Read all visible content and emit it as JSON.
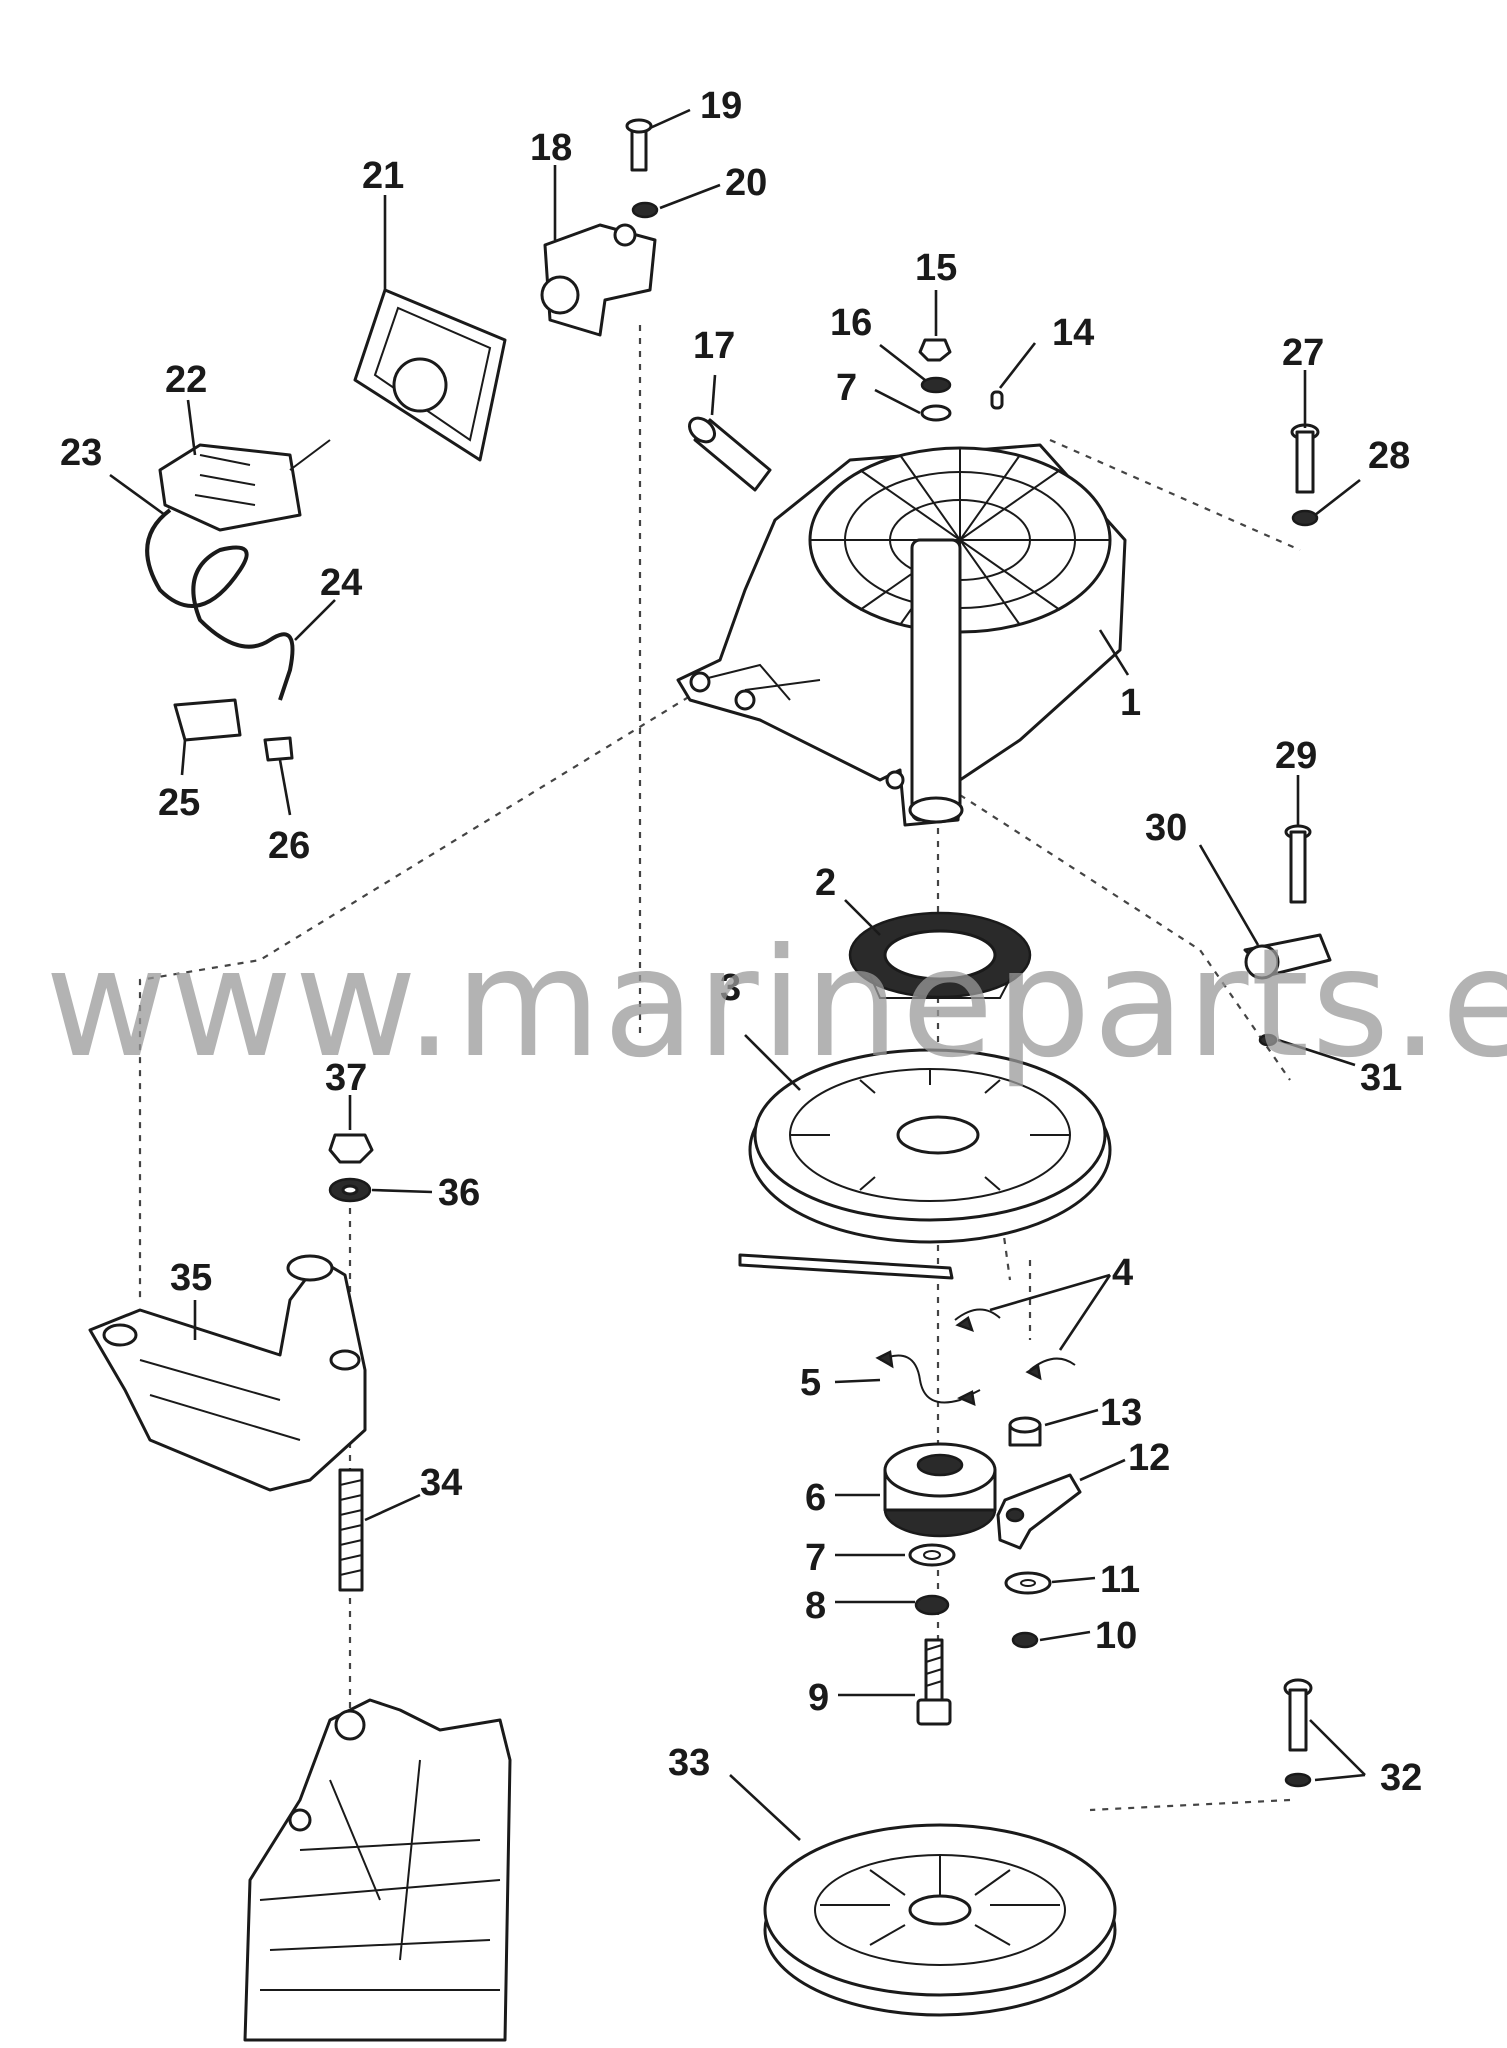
{
  "watermark": "www.marineparts.eu",
  "callouts": {
    "c1": "1",
    "c2": "2",
    "c3": "3",
    "c4": "4",
    "c5": "5",
    "c6": "6",
    "c7a": "7",
    "c7b": "7",
    "c8": "8",
    "c9": "9",
    "c10": "10",
    "c11": "11",
    "c12": "12",
    "c13": "13",
    "c14": "14",
    "c15": "15",
    "c16": "16",
    "c17": "17",
    "c18": "18",
    "c19": "19",
    "c20": "20",
    "c21": "21",
    "c22": "22",
    "c23": "23",
    "c24": "24",
    "c25": "25",
    "c26": "26",
    "c27": "27",
    "c28": "28",
    "c29": "29",
    "c30": "30",
    "c31": "31",
    "c32": "32",
    "c33": "33",
    "c34": "34",
    "c35": "35",
    "c36": "36",
    "c37": "37"
  }
}
